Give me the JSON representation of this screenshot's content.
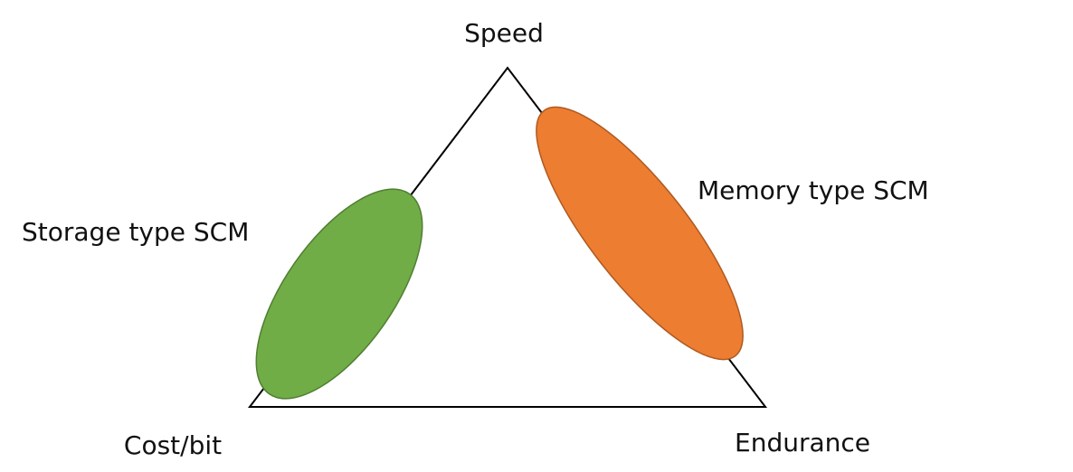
{
  "diagram": {
    "vertices": {
      "top": "Speed",
      "bottom_left": "Cost/bit",
      "bottom_right": "Endurance"
    },
    "regions": {
      "storage": {
        "label": "Storage type SCM",
        "color": "#70ad47",
        "stroke": "#507e32"
      },
      "memory": {
        "label": "Memory type SCM",
        "color": "#ed7d31",
        "stroke": "#ae5a21"
      }
    },
    "line_color": "#000000"
  }
}
